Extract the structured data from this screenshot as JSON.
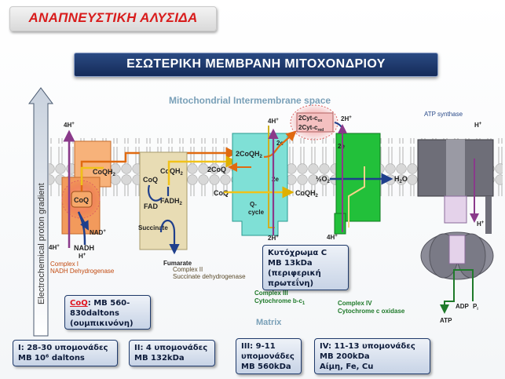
{
  "header": {
    "title": "ΑΝΑΠΝΕΥΣΤΙΚΗ ΑΛΥΣΙΔΑ",
    "subtitle": "ΕΣΩΤΕΡΙΚΗ ΜΕΜΒΡΑΝΗ ΜΙΤΟΧΟΝΔΡΙΟΥ"
  },
  "diagram": {
    "gradient_label": "Electrochemical proton gradient",
    "intermembrane_label": "Mitochondrial Intermembrane space",
    "matrix_label": "Matrix",
    "atp_synthase_label": "ATP synthase",
    "complex1": {
      "name": "Complex I",
      "desc": "NADH Dehydrogenase",
      "coq": "CoQ",
      "coqh2": "CoQH",
      "nad": "NAD",
      "nadh": "NADH",
      "h": "H",
      "proton": "4H"
    },
    "complex2": {
      "name": "Complex II",
      "desc": "Succinate dehydrogenase",
      "coq": "CoQ",
      "coqh2": "CoQH",
      "fad": "FAD",
      "fadh2": "FADH",
      "succinate": "Succinate",
      "fumarate": "Fumarate"
    },
    "complex3": {
      "name": "Complex III",
      "desc": "Cytochrome b-c",
      "coqh2_in": "2CoQH",
      "coq_out": "2CoQ",
      "coq_mid": "CoQ",
      "coqh2_out": "CoQH",
      "cycle": "Q-\ncycle",
      "e2_top": "2e",
      "e2_mid": "2e",
      "proton_top": "4H",
      "proton_bottom": "2H"
    },
    "complex4": {
      "name": "Complex IV",
      "desc": "Cytochrome c oxidase",
      "cyt_ox": "2Cyt-c",
      "cyt_red": "2Cyt-c",
      "o2": "½O",
      "h2o": "H",
      "e2": "2e",
      "proton_top": "2H",
      "proton_bottom": "4H"
    },
    "atp": {
      "h_top": "H",
      "h_bottom": "H",
      "adp": "ADP",
      "pi": "P",
      "atp": "ATP"
    }
  },
  "boxes": {
    "cytc": {
      "l1": "Κυτόχρωμα C",
      "l2": "MB 13kDa",
      "l3": "(περιφερική",
      "l4": "πρωτεΐνη)"
    },
    "coq": {
      "label": "CoQ",
      "l1": ": MB 560-",
      "l2": "830daltons",
      "l3": "(ουμπικινόνη)"
    },
    "c1": {
      "l1": "I: 28-30 υπομονάδες",
      "l2": "MB 10⁶ daltons"
    },
    "c2": {
      "l1": "II: 4 υπομονάδες",
      "l2": "MB 132kDa"
    },
    "c3": {
      "l1": "III: 9-11",
      "l2": "υπομονάδες",
      "l3": "MB 560kDa"
    },
    "c4": {
      "l1": "IV: 11-13 υπομονάδες",
      "l2": "MB 200kDa",
      "l3": "Αίμη, Fe, Cu"
    }
  },
  "colors": {
    "title_red": "#d81c1c",
    "banner_blue": "#1b3566",
    "complex1": "#f29a5c",
    "complex2": "#e8dcb4",
    "complex3": "#7fe0d6",
    "complex4": "#22c03a",
    "atp_synthase": "#6e6e78",
    "arrow_yellow": "#f0c21a",
    "arrow_orange": "#e06a10",
    "arrow_blue": "#1f3f8c"
  }
}
